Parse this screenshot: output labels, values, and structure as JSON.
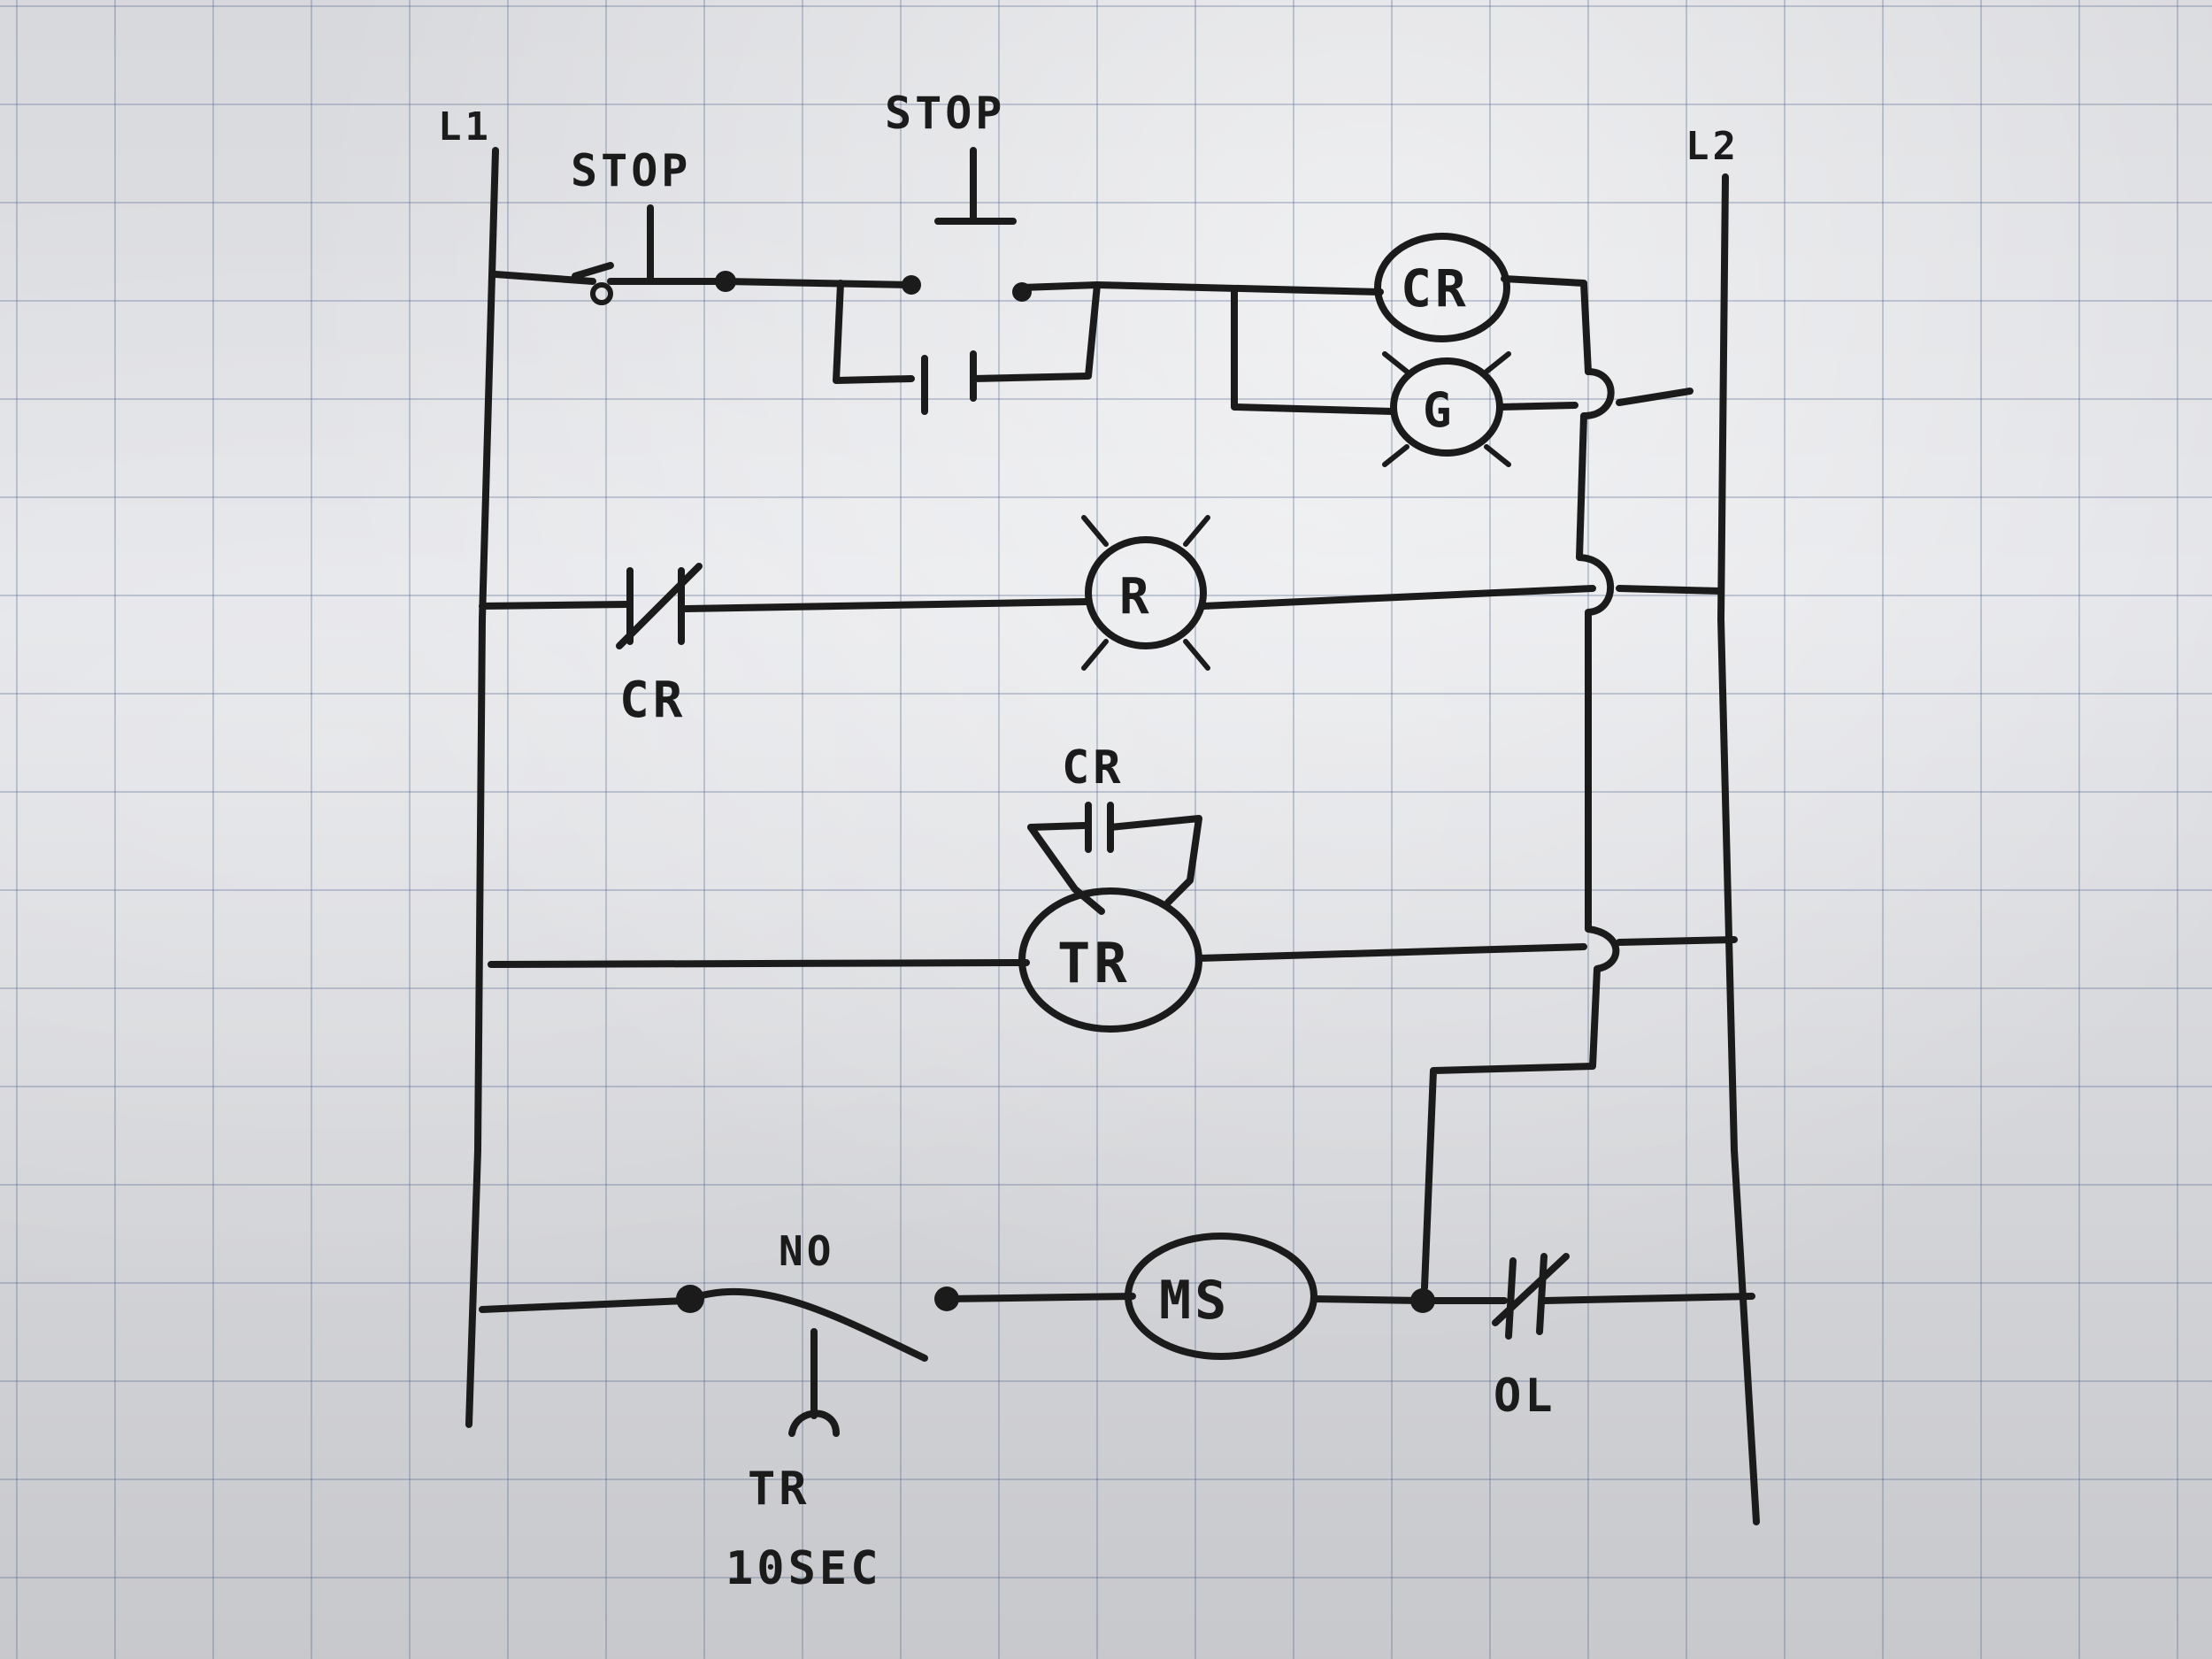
{
  "labels": {
    "l1": "L1",
    "l2": "L2",
    "stop_pb1": "STOP",
    "stop_pb2": "STOP",
    "coil_cr": "CR",
    "lamp_g": "G",
    "contact_cr_nc": "CR",
    "lamp_r": "R",
    "contact_cr_no": "CR",
    "coil_tr": "TR",
    "timer_contact": "NO",
    "timer_name": "TR",
    "timer_delay": "10SEC",
    "coil_ms": "MS",
    "overload": "OL"
  },
  "colors": {
    "ink": "#1b1b1b",
    "paper": "#e3e4e8",
    "grid": "#5064a0"
  }
}
